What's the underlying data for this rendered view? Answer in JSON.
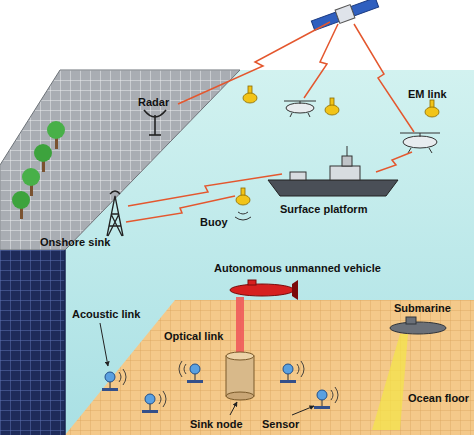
{
  "diagram": {
    "labels": [
      "EM link",
      "Radar",
      "Onshore sink",
      "Buoy",
      "Surface platform",
      "Autonomous unmanned vehicle",
      "Submarine",
      "Acoustic link",
      "Optical link",
      "Sink node",
      "Sensor",
      "Ocean floor"
    ]
  }
}
